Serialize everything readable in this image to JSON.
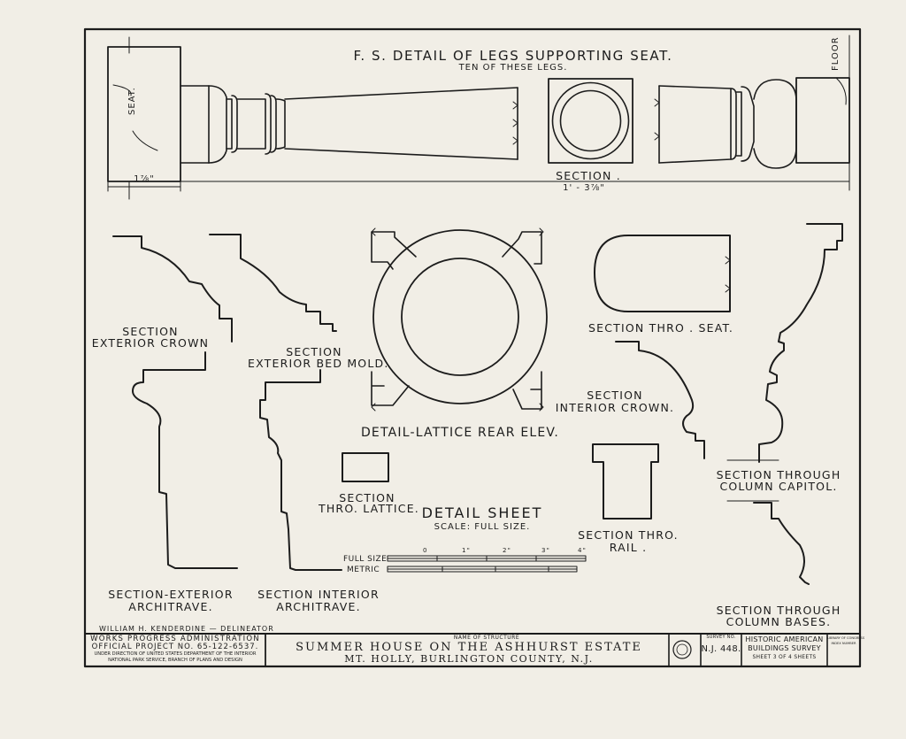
{
  "legs": {
    "title": "F. S. DETAIL OF LEGS SUPPORTING SEAT.",
    "subtitle": "TEN OF THESE LEGS.",
    "seat_label": "SEAT.",
    "floor_label": "FLOOR",
    "dim_seat": "1⅞\"",
    "section_label": "SECTION .",
    "dim_length": "1' - 3⅞\""
  },
  "labels": {
    "ext_crown": [
      "SECTION",
      "EXTERIOR CROWN"
    ],
    "ext_bed": [
      "SECTION",
      "EXTERIOR BED MOLD."
    ],
    "lattice_rear": "DETAIL-LATTICE REAR ELEV.",
    "seat": "SECTION THRO . SEAT.",
    "int_crown": [
      "SECTION",
      "INTERIOR CROWN."
    ],
    "lattice_section": [
      "SECTION",
      "THRO. LATTICE."
    ],
    "rail": [
      "SECTION THRO.",
      "RAIL ."
    ],
    "capitol": [
      "SECTION THROUGH",
      "COLUMN CAPITOL."
    ],
    "bases": [
      "SECTION THROUGH",
      "COLUMN BASES."
    ],
    "ext_architrave": [
      "SECTION-EXTERIOR",
      "ARCHITRAVE."
    ],
    "int_architrave": [
      "SECTION INTERIOR",
      "ARCHITRAVE."
    ]
  },
  "detail": {
    "title": "DETAIL SHEET",
    "scale": "SCALE: FULL SIZE.",
    "full_size": "FULL SIZE",
    "metric": "METRIC",
    "ticks": [
      "0",
      "1\"",
      "2\"",
      "3\"",
      "4\""
    ]
  },
  "title_block": {
    "delineator": "WILLIAM H. KENDERDINE — DELINEATOR",
    "wpa": "WORKS PROGRESS ADMINISTRATION",
    "project": "OFFICIAL PROJECT NO. 65-122-6537.",
    "under": "UNDER DIRECTION OF UNITED STATES DEPARTMENT OF THE INTERIOR",
    "branch": "NATIONAL PARK SERVICE, BRANCH OF PLANS AND DESIGN",
    "name_caption": "NAME OF STRUCTURE",
    "structure": "SUMMER HOUSE   ON THE   ASHHURST ESTATE",
    "location": "MT. HOLLY, BURLINGTON COUNTY, N.J.",
    "survey_caption": "SURVEY NO.",
    "survey_no": "N.J. 448.",
    "habs": [
      "HISTORIC AMERICAN",
      "BUILDINGS SURVEY"
    ],
    "sheet_no": "SHEET 3 OF 4 SHEETS",
    "loc": [
      "LIBRARY OF CONGRESS",
      "INDEX NUMBER"
    ]
  },
  "colors": {
    "paper": "#f1eee6",
    "ink": "#1c1c1c"
  }
}
